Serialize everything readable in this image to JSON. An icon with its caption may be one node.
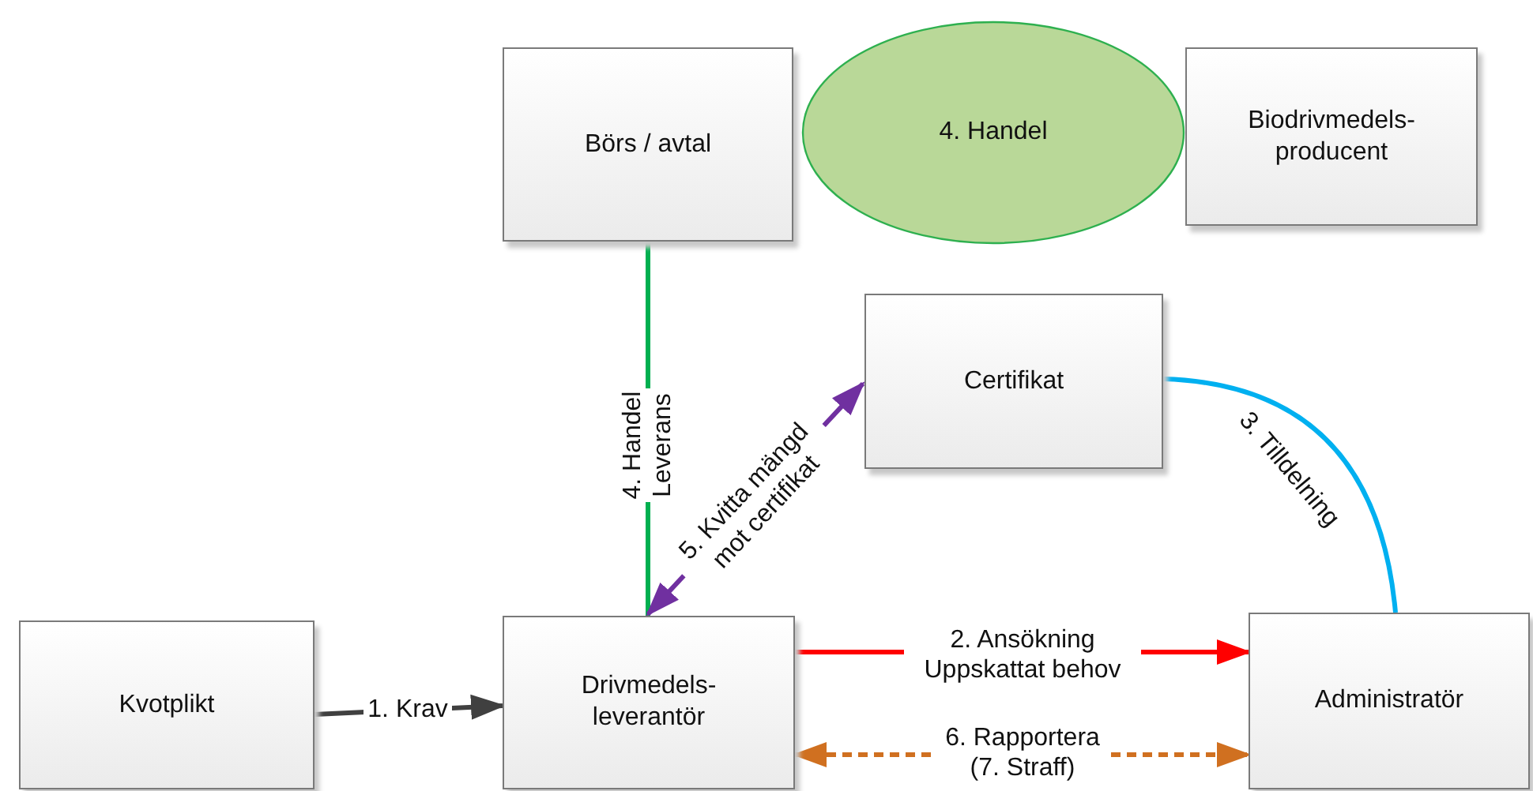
{
  "diagram": {
    "nodes": [
      {
        "text": [
          "Börs / avtal"
        ]
      },
      {
        "text": [
          "4. Handel"
        ]
      },
      {
        "text": [
          "Biodrivmedels-producent"
        ]
      },
      {
        "text": [
          "Certifikat"
        ]
      },
      {
        "text": [
          "Kvotplikt"
        ]
      },
      {
        "text": [
          "Drivmedels-leverantör"
        ]
      },
      {
        "text": [
          "Administratör"
        ]
      }
    ],
    "edges": [
      {
        "from": 0,
        "to": 5,
        "arrow": "none",
        "label": "4. Handel Leverans",
        "color": "#00b050"
      },
      {
        "from": 5,
        "to": 3,
        "arrow": "both",
        "label": "5. Kvitta mängd mot certifikat",
        "color": "#7030a0"
      },
      {
        "from": 3,
        "to": 6,
        "arrow": "none",
        "label": "3. Tilldelning",
        "color": "#00b0f0"
      },
      {
        "from": 4,
        "to": 5,
        "arrow": "to",
        "label": "1. Krav",
        "color": "#404040"
      },
      {
        "from": 5,
        "to": 6,
        "arrow": "to",
        "label": "2. Ansökning Uppskattat behov",
        "color": "#ff0000"
      },
      {
        "from": 5,
        "to": 6,
        "arrow": "both",
        "label": "6. Rapportera (7. Straff)",
        "color": "#d07020",
        "style": "dashed"
      }
    ]
  }
}
